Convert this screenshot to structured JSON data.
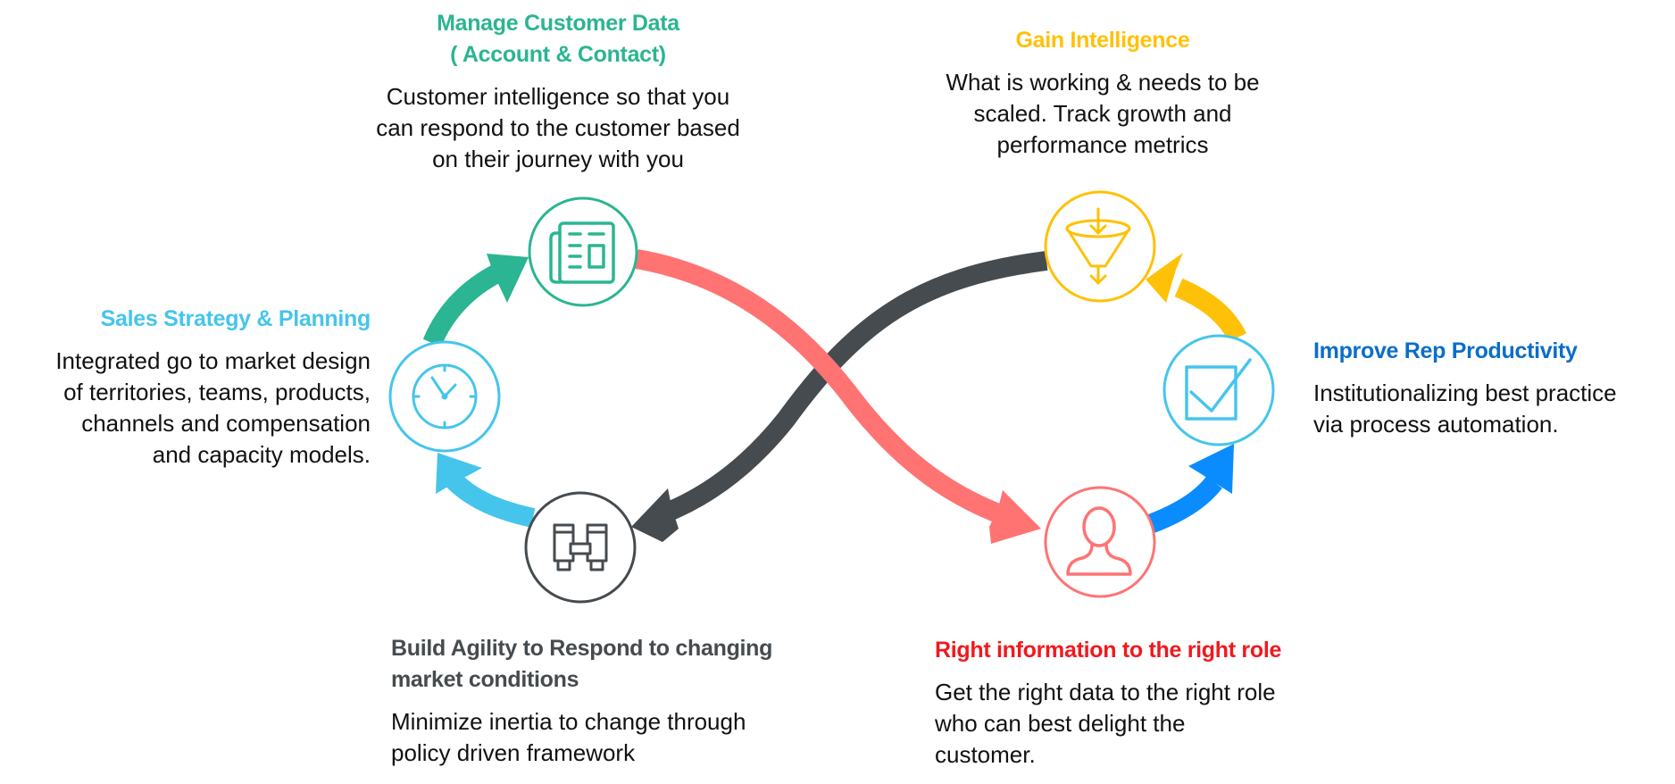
{
  "diagram": {
    "type": "infinity-loop-cycle",
    "stages": [
      {
        "id": "manage-customer-data",
        "icon": "newspaper-icon",
        "color": "#2bb592",
        "title_lines": [
          "Manage Customer Data",
          "( Account & Contact)"
        ],
        "desc_lines": [
          "Customer intelligence so that you",
          "can respond to the customer based",
          "on their journey with you"
        ]
      },
      {
        "id": "gain-intelligence",
        "icon": "funnel-icon",
        "color": "#ffc107",
        "title_lines": [
          "Gain Intelligence"
        ],
        "desc_lines": [
          "What is working & needs to be",
          "scaled. Track growth and",
          "performance metrics"
        ]
      },
      {
        "id": "improve-rep-productivity",
        "icon": "checkbox-icon",
        "color": "#45c5ec",
        "title_color": "#0a6ec8",
        "title_lines": [
          "Improve Rep Productivity"
        ],
        "desc_lines": [
          "Institutionalizing best practice",
          "via process automation."
        ]
      },
      {
        "id": "right-information",
        "icon": "person-icon",
        "color": "#ff7373",
        "title_color": "#f0191e",
        "title_lines": [
          "Right information to the right role"
        ],
        "desc_lines": [
          "Get the right data to the right role",
          "who can best delight the",
          "customer."
        ]
      },
      {
        "id": "build-agility",
        "icon": "binoculars-icon",
        "color": "#454b4f",
        "title_lines": [
          "Build Agility to Respond to changing",
          "market conditions"
        ],
        "desc_lines": [
          "Minimize inertia to change through",
          "policy driven framework"
        ]
      },
      {
        "id": "sales-strategy",
        "icon": "clock-icon",
        "color": "#45c5ec",
        "title_lines": [
          "Sales Strategy & Planning"
        ],
        "desc_lines": [
          "Integrated go to market design",
          "of territories, teams, products,",
          "channels and compensation",
          "and capacity models."
        ]
      }
    ],
    "connectors": [
      {
        "from": "sales-strategy",
        "to": "manage-customer-data",
        "color": "#2bb592"
      },
      {
        "from": "manage-customer-data",
        "to": "right-information",
        "color": "#ff7373"
      },
      {
        "from": "right-information",
        "to": "improve-rep-productivity",
        "color": "#0a8cff"
      },
      {
        "from": "improve-rep-productivity",
        "to": "gain-intelligence",
        "color": "#ffc107"
      },
      {
        "from": "gain-intelligence",
        "to": "build-agility",
        "color": "#454b4f"
      },
      {
        "from": "build-agility",
        "to": "sales-strategy",
        "color": "#45c5ec"
      }
    ]
  }
}
